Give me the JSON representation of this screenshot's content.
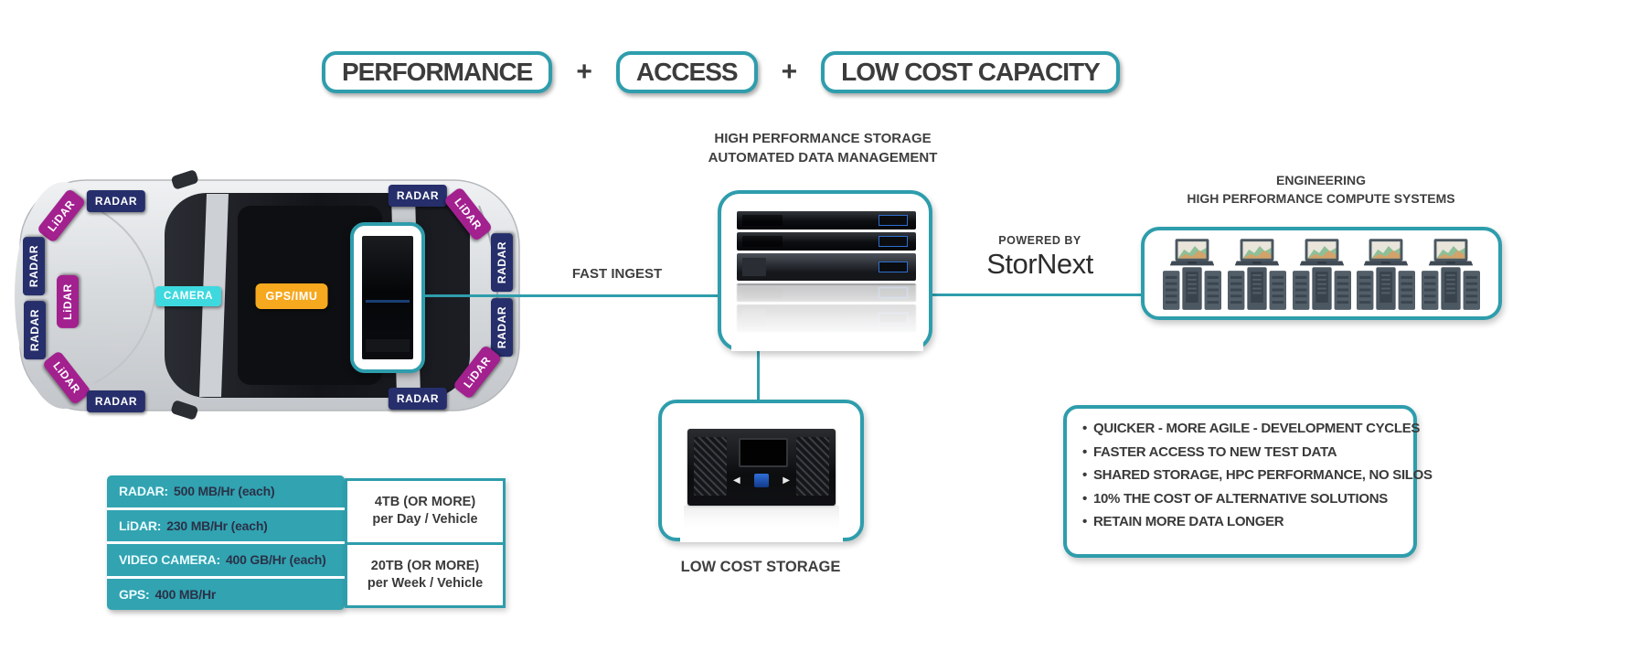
{
  "header": {
    "pills": [
      {
        "label": "PERFORMANCE"
      },
      {
        "label": "ACCESS"
      },
      {
        "label": "LOW COST CAPACITY"
      }
    ],
    "plus": "+"
  },
  "car": {
    "radar": "RADAR",
    "lidar": "LiDAR",
    "camera": "CAMERA",
    "gps": "GPS/IMU"
  },
  "ingest": {
    "label": "FAST INGEST"
  },
  "primary_storage": {
    "title_line1": "HIGH PERFORMANCE STORAGE",
    "title_line2": "AUTOMATED DATA MANAGEMENT"
  },
  "powered_by": {
    "small": "POWERED BY",
    "brand": "StorNext"
  },
  "engineering": {
    "title_line1": "ENGINEERING",
    "title_line2": "HIGH PERFORMANCE COMPUTE SYSTEMS",
    "workstation_count": 5
  },
  "tape": {
    "caption": "LOW COST STORAGE"
  },
  "benefits": {
    "items": [
      "QUICKER - MORE AGILE - DEVELOPMENT CYCLES",
      "FASTER ACCESS TO NEW TEST DATA",
      "SHARED STORAGE, HPC PERFORMANCE, NO SILOS",
      "10% THE COST OF ALTERNATIVE SOLUTIONS",
      "RETAIN MORE DATA LONGER"
    ]
  },
  "data_table": {
    "rows": [
      {
        "label": "RADAR:",
        "value": "500 MB/Hr (each)"
      },
      {
        "label": "LiDAR:",
        "value": "230 MB/Hr (each)"
      },
      {
        "label": "VIDEO CAMERA:",
        "value": "400 GB/Hr (each)"
      },
      {
        "label": "GPS:",
        "value": "400 MB/Hr"
      }
    ],
    "summaries": [
      {
        "line1": "4TB (OR MORE)",
        "line2": "per Day / Vehicle"
      },
      {
        "line1": "20TB (OR MORE)",
        "line2": "per Week / Vehicle"
      }
    ]
  },
  "colors": {
    "teal": "#2E9DAC",
    "table_teal": "#31A3B1",
    "radar_navy": "#262F6B",
    "lidar_magenta": "#A3208F",
    "camera_cyan": "#3ED9DF",
    "gps_orange": "#F6A81F"
  }
}
